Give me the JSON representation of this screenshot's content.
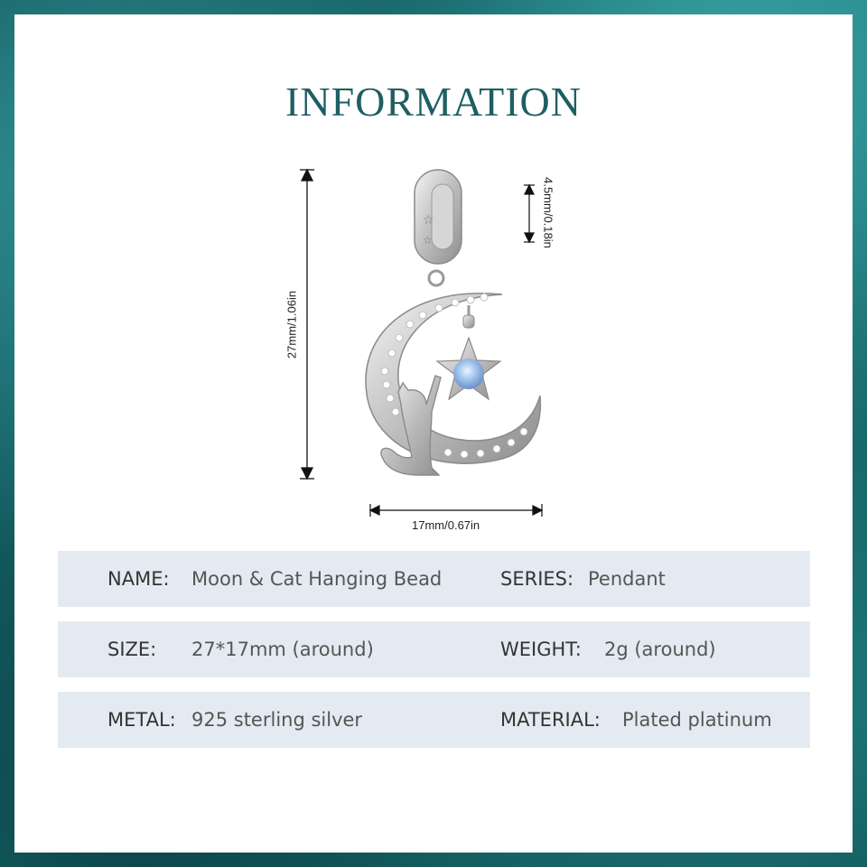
{
  "title": "INFORMATION",
  "dimensions": {
    "height": "27mm/1.06in",
    "width": "17mm/0.67in",
    "bail": "4.5mm/0.18in"
  },
  "specs": [
    {
      "left_label": "NAME:",
      "left_value": "Moon & Cat Hanging Bead",
      "right_label": "SERIES:",
      "right_value": "Pendant"
    },
    {
      "left_label": "SIZE:",
      "left_value": "27*17mm (around)",
      "right_label": "WEIGHT:",
      "right_value": "2g (around)"
    },
    {
      "left_label": "METAL:",
      "left_value": "925 sterling silver",
      "right_label": "MATERIAL:",
      "right_value": "Plated platinum"
    }
  ],
  "colors": {
    "accent": "#1f5e63",
    "row_bg": "#e4eaf1",
    "border": "#0f5a5e"
  }
}
